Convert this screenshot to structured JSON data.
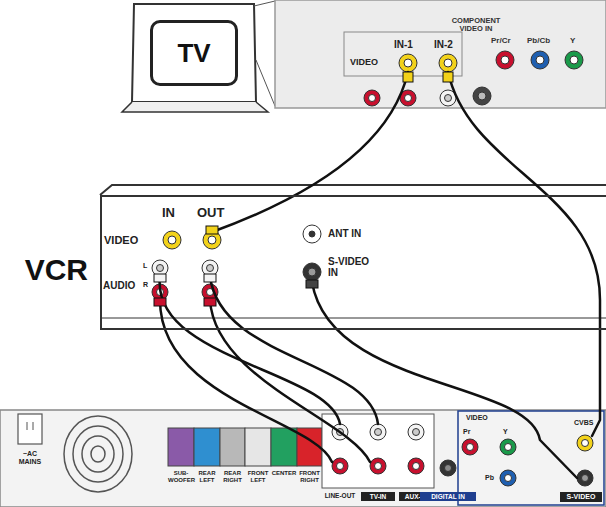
{
  "diagram": {
    "nodes": [
      {
        "text": [
          "TV"
        ]
      },
      {
        "text": [
          "VCR"
        ]
      }
    ],
    "labels": [
      "COMPONENT VIDEO IN",
      "Pr/Cr",
      "Pb/Cb",
      "Y",
      "IN-1",
      "IN-2",
      "VIDEO",
      "IN",
      "OUT",
      "VIDEO",
      "AUDIO",
      "L",
      "R",
      "ANT IN",
      "S-VIDEO IN",
      "~AC MAINS",
      "SUB-WOOFER",
      "REAR LEFT",
      "REAR RIGHT",
      "FRONT LEFT",
      "CENTER",
      "FRONT RIGHT",
      "LINE-OUT",
      "TV-IN",
      "AUX-IN",
      "DIGITAL IN",
      "VIDEO",
      "Pr",
      "Y",
      "Pb",
      "CVBS",
      "S-VIDEO"
    ]
  }
}
